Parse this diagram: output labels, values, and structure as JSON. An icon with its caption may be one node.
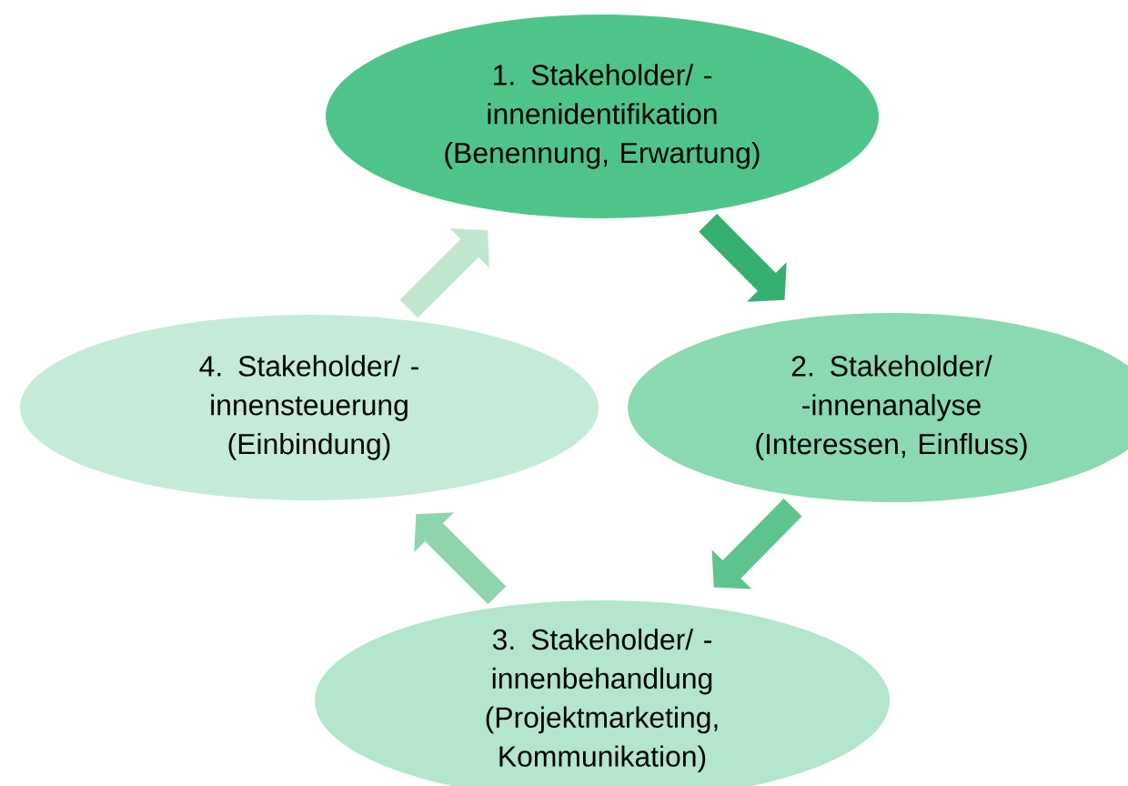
{
  "diagram": {
    "nodes": [
      {
        "text": [
          "1. Stakeholder/ -innenidentifikation (Benennung, Erwartung)"
        ]
      },
      {
        "text": [
          "2. Stakeholder/ -innenanalyse (Interessen, Einfluss)"
        ]
      },
      {
        "text": [
          "3. Stakeholder/ -innenbehandlung (Projektmarketing, Kommunikation)"
        ]
      },
      {
        "text": [
          "4. Stakeholder/ -innensteuerung (Einbindung)"
        ]
      }
    ],
    "edges": [
      {
        "from": 0,
        "to": 1,
        "arrow": "to",
        "color": "#35b071"
      },
      {
        "from": 1,
        "to": 2,
        "arrow": "to",
        "color": "#5ec48e"
      },
      {
        "from": 2,
        "to": 3,
        "arrow": "to",
        "color": "#8ed4ad"
      },
      {
        "from": 3,
        "to": 0,
        "arrow": "to",
        "color": "#c0e6d0"
      }
    ]
  }
}
